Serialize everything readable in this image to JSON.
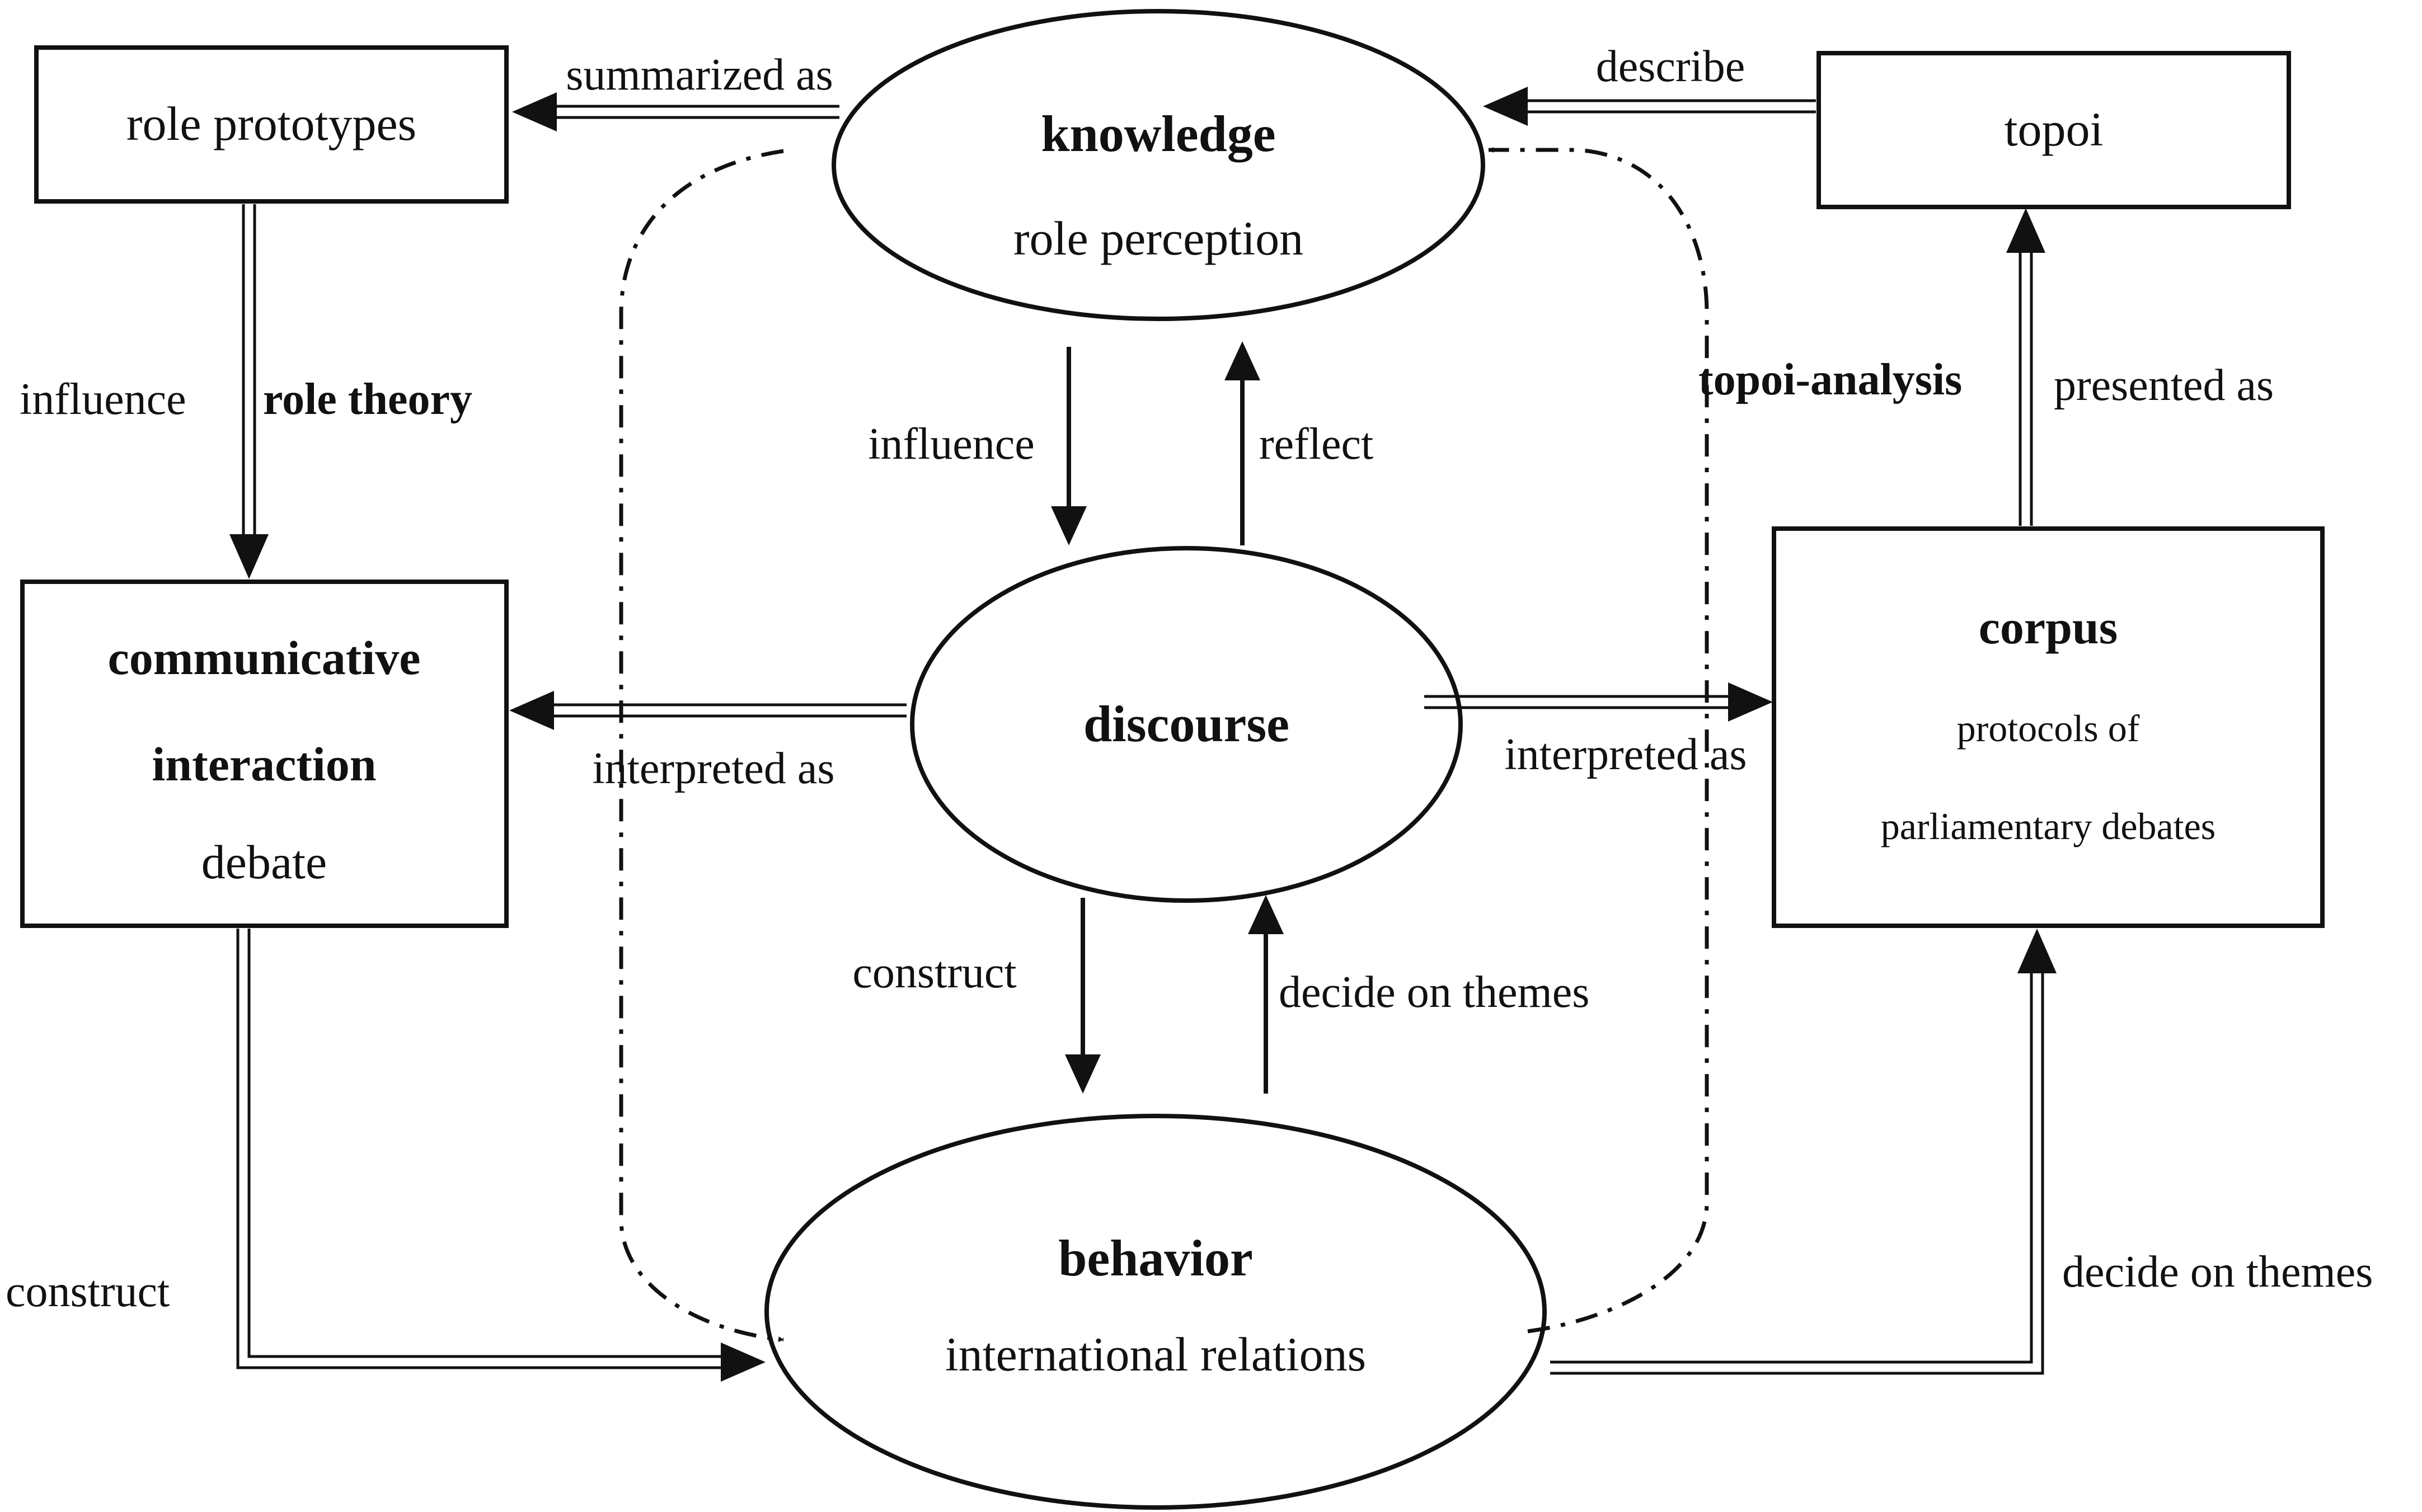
{
  "nodes": {
    "role_prototypes": {
      "label": "role prototypes"
    },
    "topoi": {
      "label": "topoi"
    },
    "knowledge": {
      "title": "knowledge",
      "subtitle": "role perception"
    },
    "communicative_interaction": {
      "title_line1": "communicative",
      "title_line2": "interaction",
      "subtitle": "debate"
    },
    "discourse": {
      "title": "discourse"
    },
    "corpus": {
      "title": "corpus",
      "subtitle_line1": "protocols of",
      "subtitle_line2": "parliamentary debates"
    },
    "behavior": {
      "title": "behavior",
      "subtitle": "international relations"
    }
  },
  "edges": {
    "summarized_as": "summarized as",
    "describe": "describe",
    "influence_left": "influence",
    "role_theory": "role theory",
    "influence_center": "influence",
    "reflect": "reflect",
    "topoi_analysis": "topoi-analysis",
    "presented_as": "presented as",
    "interpreted_as_left": "interpreted as",
    "interpreted_as_right": "interpreted as",
    "construct_center": "construct",
    "decide_on_themes_center": "decide on themes",
    "construct_left": "construct",
    "decide_on_themes_right": "decide on themes"
  },
  "colors": {
    "stroke": "#111111",
    "background": "#ffffff"
  }
}
